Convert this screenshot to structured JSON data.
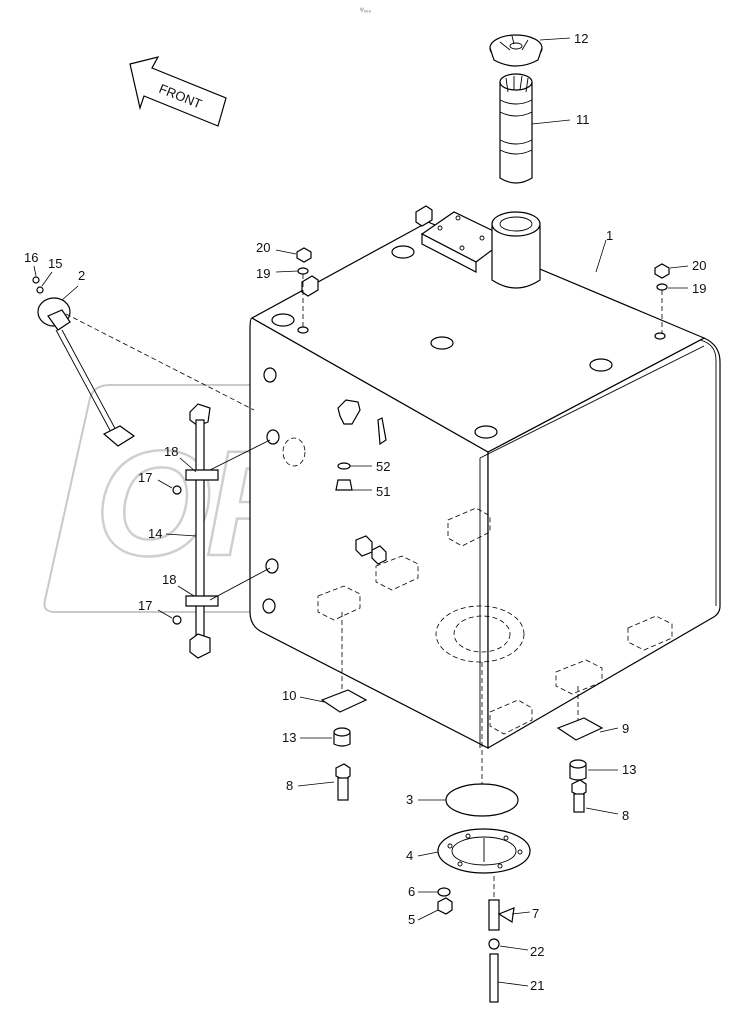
{
  "header": {
    "mark": "⁸⁄₀₀₀"
  },
  "direction_arrow": {
    "label": "FRONT"
  },
  "watermark": {
    "text": "OPEX"
  },
  "parts": [
    {
      "id": "1",
      "label": "1"
    },
    {
      "id": "2",
      "label": "2"
    },
    {
      "id": "3",
      "label": "3"
    },
    {
      "id": "4",
      "label": "4"
    },
    {
      "id": "5",
      "label": "5"
    },
    {
      "id": "6",
      "label": "6"
    },
    {
      "id": "7",
      "label": "7"
    },
    {
      "id": "8a",
      "label": "8"
    },
    {
      "id": "8b",
      "label": "8"
    },
    {
      "id": "9",
      "label": "9"
    },
    {
      "id": "10",
      "label": "10"
    },
    {
      "id": "11",
      "label": "11"
    },
    {
      "id": "12",
      "label": "12"
    },
    {
      "id": "13a",
      "label": "13"
    },
    {
      "id": "13b",
      "label": "13"
    },
    {
      "id": "14",
      "label": "14"
    },
    {
      "id": "15",
      "label": "15"
    },
    {
      "id": "16",
      "label": "16"
    },
    {
      "id": "17a",
      "label": "17"
    },
    {
      "id": "17b",
      "label": "17"
    },
    {
      "id": "18a",
      "label": "18"
    },
    {
      "id": "18b",
      "label": "18"
    },
    {
      "id": "19a",
      "label": "19"
    },
    {
      "id": "19b",
      "label": "19"
    },
    {
      "id": "20a",
      "label": "20"
    },
    {
      "id": "20b",
      "label": "20"
    },
    {
      "id": "21",
      "label": "21"
    },
    {
      "id": "22",
      "label": "22"
    },
    {
      "id": "51",
      "label": "51"
    },
    {
      "id": "52",
      "label": "52"
    }
  ]
}
